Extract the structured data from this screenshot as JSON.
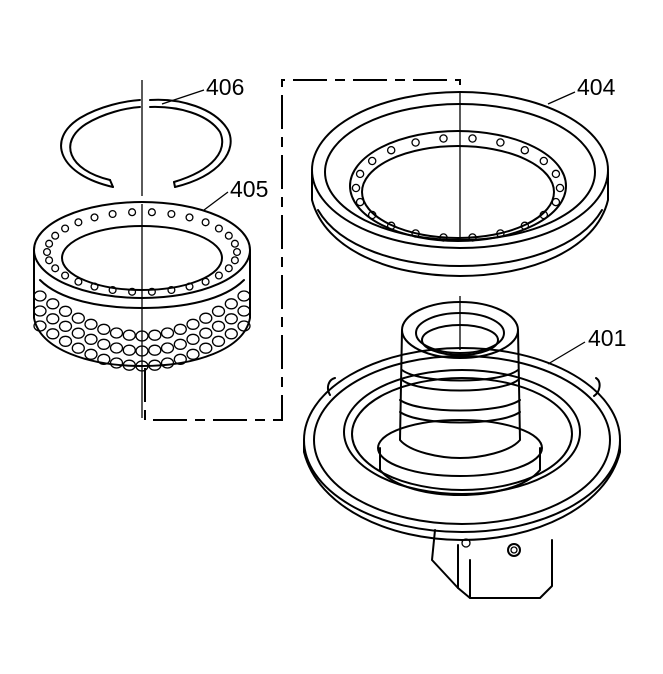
{
  "callouts": [
    {
      "id": "snap-ring",
      "label": "406"
    },
    {
      "id": "sprag-assembly",
      "label": "405"
    },
    {
      "id": "outer-race",
      "label": "404"
    },
    {
      "id": "support-housing",
      "label": "401"
    }
  ],
  "colors": {
    "line": "#000000",
    "background": "#ffffff",
    "fill": "#ffffff"
  }
}
